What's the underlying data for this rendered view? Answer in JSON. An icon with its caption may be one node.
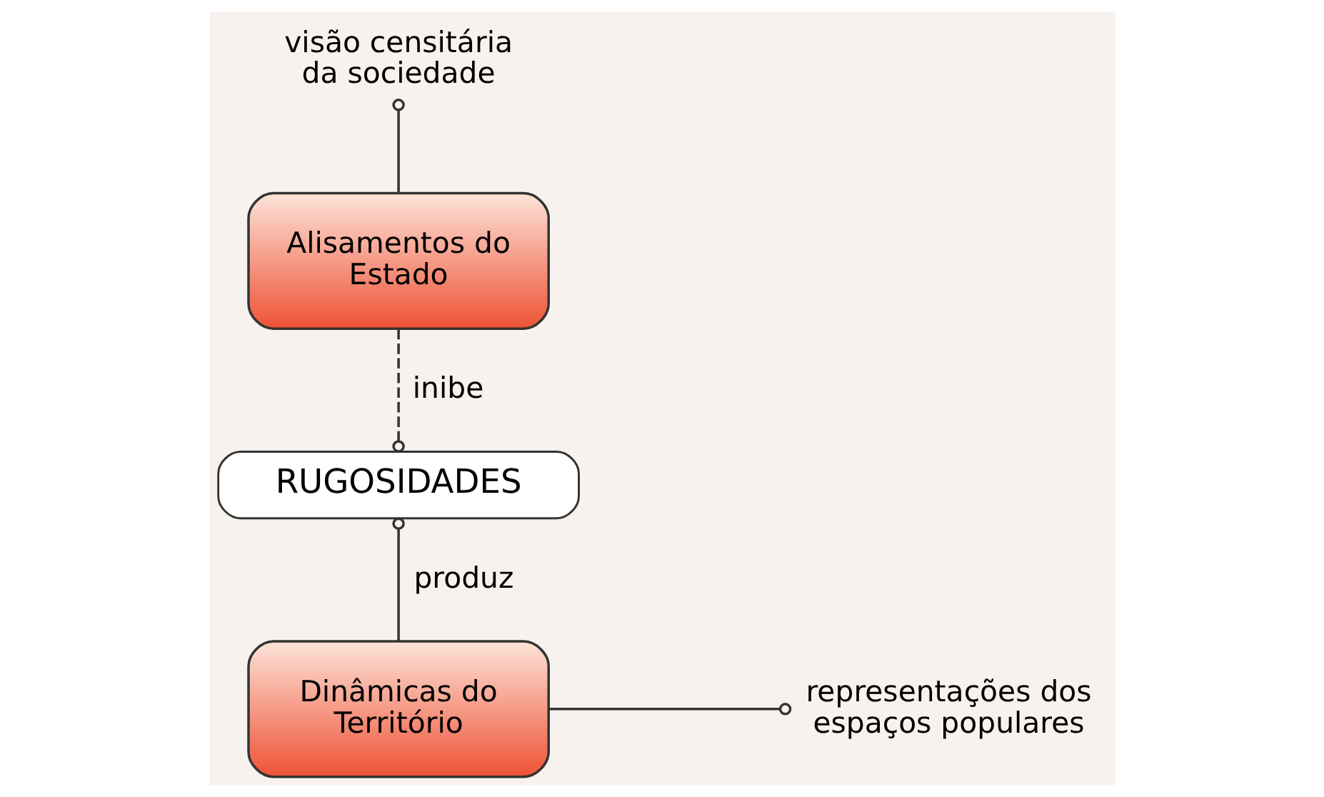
{
  "diagram": {
    "nodes": [
      {
        "text": [
          "visão censitária da sociedade"
        ]
      },
      {
        "text": [
          "Alisamentos do Estado"
        ]
      },
      {
        "text": [
          "RUGOSIDADES"
        ]
      },
      {
        "text": [
          "Dinâmicas do Território"
        ]
      },
      {
        "text": [
          "representações dos espaços populares"
        ]
      }
    ],
    "edges": [
      {
        "from": 1,
        "to": 0,
        "arrow": "other"
      },
      {
        "from": 1,
        "to": 2,
        "arrow": "other",
        "label": "inibe",
        "style": "dashed"
      },
      {
        "from": 3,
        "to": 2,
        "arrow": "other",
        "label": "produz"
      },
      {
        "from": 3,
        "to": 4,
        "arrow": "other"
      }
    ]
  }
}
